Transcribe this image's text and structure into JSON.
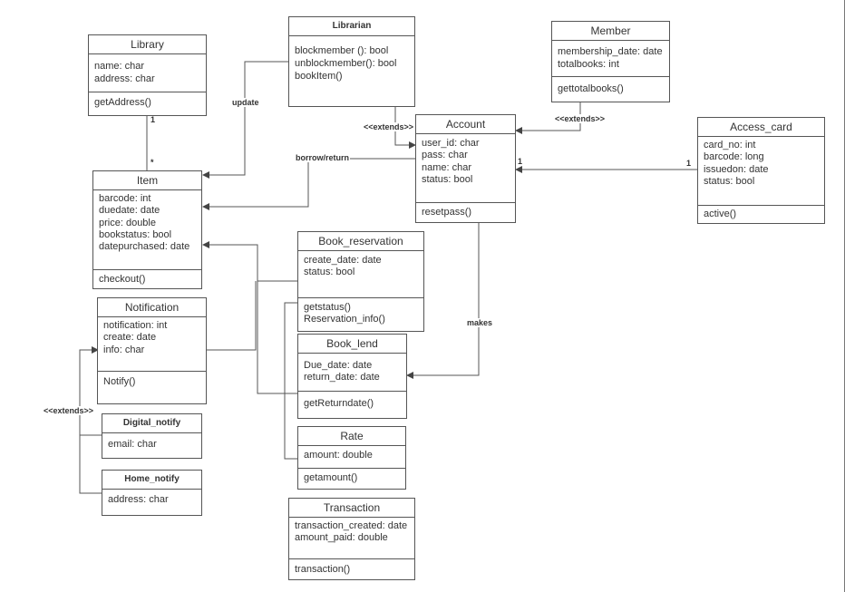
{
  "classes": {
    "library": {
      "name": "Library",
      "attrs": [
        "name: char",
        "address: char"
      ],
      "ops": [
        "getAddress()"
      ]
    },
    "librarian": {
      "name": "Librarian",
      "attrs": [
        "blockmember (): bool",
        "unblockmember(): bool",
        "bookItem()"
      ],
      "ops": []
    },
    "member": {
      "name": "Member",
      "attrs": [
        "membership_date: date",
        "totalbooks: int"
      ],
      "ops": [
        "gettotalbooks()"
      ]
    },
    "account": {
      "name": "Account",
      "attrs": [
        "user_id: char",
        "pass: char",
        "name: char",
        "status: bool"
      ],
      "ops": [
        "resetpass()"
      ]
    },
    "access_card": {
      "name": "Access_card",
      "attrs": [
        "card_no: int",
        "barcode: long",
        "issuedon: date",
        "status: bool"
      ],
      "ops": [
        "active()"
      ]
    },
    "item": {
      "name": "Item",
      "attrs": [
        "barcode: int",
        "duedate: date",
        "price: double",
        "bookstatus: bool",
        "datepurchased: date"
      ],
      "ops": [
        "checkout()"
      ]
    },
    "book_reservation": {
      "name": "Book_reservation",
      "attrs": [
        "create_date: date",
        "status: bool"
      ],
      "ops": [
        "getstatus()",
        "Reservation_info()"
      ]
    },
    "notification": {
      "name": "Notification",
      "attrs": [
        "notification: int",
        "create: date",
        "info: char"
      ],
      "ops": [
        "Notify()"
      ]
    },
    "book_lend": {
      "name": "Book_lend",
      "attrs": [
        "Due_date: date",
        "return_date: date"
      ],
      "ops": [
        "getReturndate()"
      ]
    },
    "digital_notify": {
      "name": "Digital_notify",
      "attrs": [
        "email: char"
      ],
      "ops": []
    },
    "rate": {
      "name": "Rate",
      "attrs": [
        "amount: double"
      ],
      "ops": [
        "getamount()"
      ]
    },
    "home_notify": {
      "name": "Home_notify",
      "attrs": [
        "address: char"
      ],
      "ops": []
    },
    "transaction": {
      "name": "Transaction",
      "attrs": [
        "transaction_created: date",
        "amount_paid: double"
      ],
      "ops": [
        "transaction()"
      ]
    }
  },
  "labels": {
    "update": "update",
    "extends_account": "<<extends>>",
    "extends_member": "<<extends>>",
    "borrow_return": "borrow/return",
    "makes": "makes",
    "extends_notify": "<<extends>>"
  },
  "multiplicities": {
    "lib_one": "1",
    "item_many": "*",
    "account_one": "1",
    "card_one": "1"
  },
  "colors": {
    "line": "#555555",
    "text": "#333333",
    "background": "#ffffff"
  }
}
